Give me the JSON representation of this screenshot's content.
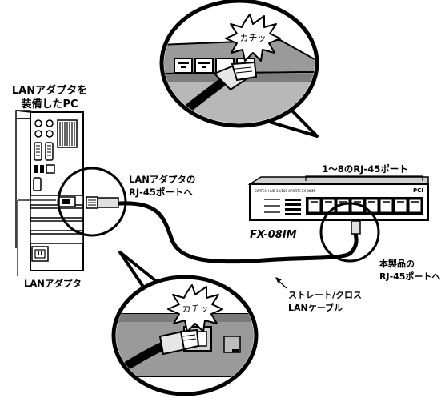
{
  "labels": {
    "pc_title_line1": "LANアダプタを",
    "pc_title_line2": "装備したPC",
    "lan_adapter": "LANアダプタ",
    "adapter_port_line1": "LANアダプタの",
    "adapter_port_line2": "RJ-45ポートへ",
    "ports_range": "1～8のRJ-45ポート",
    "model_name": "FX-08IM",
    "hub_port_line1": "本製品の",
    "hub_port_line2": "RJ-45ポートへ",
    "cable_line1": "ストレート/クロス",
    "cable_line2": "LANケーブル",
    "click_sound_top": "カチッ",
    "click_sound_bottom": "カチッ",
    "hub_brand": "PCI",
    "hub_small_text": "SWITCH HUB 10/100 8PORTS FX-08IM"
  }
}
